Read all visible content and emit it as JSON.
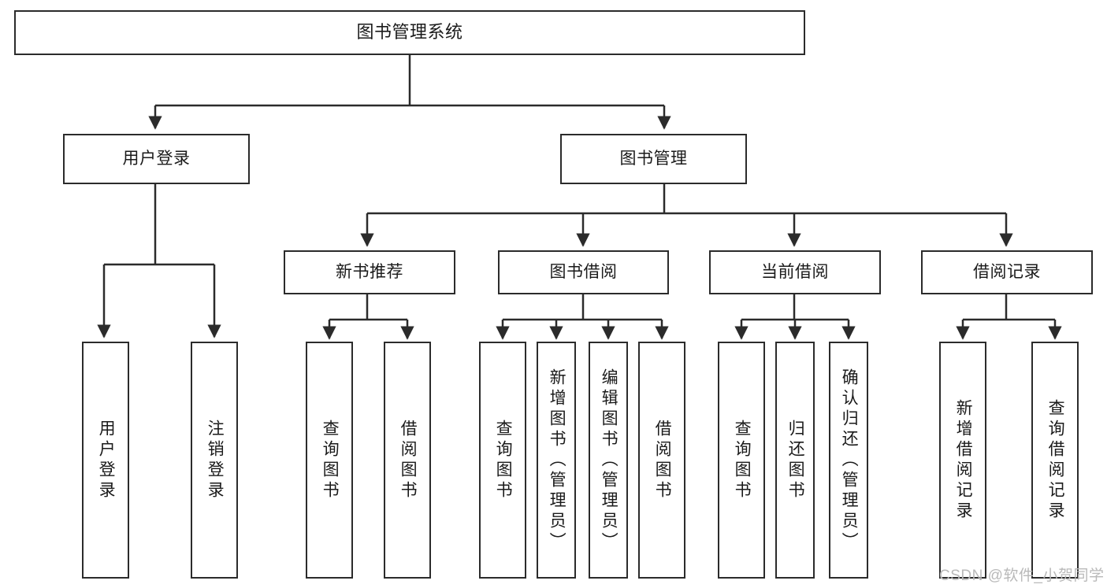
{
  "diagram": {
    "type": "tree",
    "title": "图书管理系统",
    "colors": {
      "border": "#2b2b2b",
      "fill": "#ffffff",
      "text": "#1a1a1a",
      "watermark": "#b9b9b9",
      "background": "#ffffff"
    },
    "root": {
      "label": "图书管理系统"
    },
    "level2": [
      {
        "label": "用户登录"
      },
      {
        "label": "图书管理"
      }
    ],
    "level3": [
      {
        "label": "新书推荐"
      },
      {
        "label": "图书借阅"
      },
      {
        "label": "当前借阅"
      },
      {
        "label": "借阅记录"
      }
    ],
    "leaves": {
      "user_login": [
        {
          "label": "用户登录"
        },
        {
          "label": "注销登录"
        }
      ],
      "new_book_recommend": [
        {
          "label": "查询图书"
        },
        {
          "label": "借阅图书"
        }
      ],
      "book_borrow": [
        {
          "label": "查询图书"
        },
        {
          "label": "新增图书（管理员）"
        },
        {
          "label": "编辑图书（管理员）"
        },
        {
          "label": "借阅图书"
        }
      ],
      "current_borrow": [
        {
          "label": "查询图书"
        },
        {
          "label": "归还图书"
        },
        {
          "label": "确认归还（管理员）"
        }
      ],
      "borrow_record": [
        {
          "label": "新增借阅记录"
        },
        {
          "label": "查询借阅记录"
        }
      ]
    },
    "watermark": "CSDN @软件_小贺同学"
  }
}
